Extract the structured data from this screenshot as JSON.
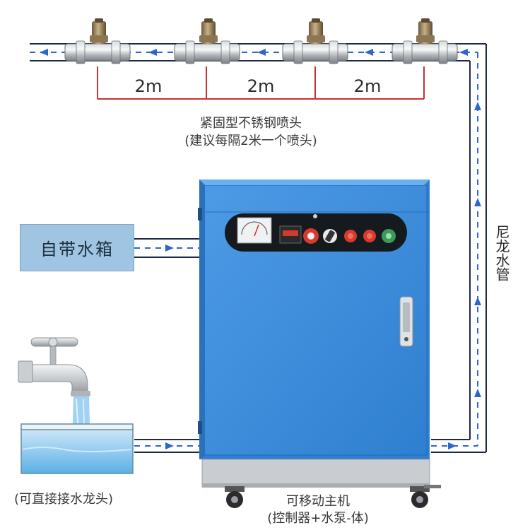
{
  "spacing": {
    "seg1": "2m",
    "seg2": "2m",
    "seg3": "2m"
  },
  "nozzle_caption": {
    "line1": "紧固型不锈钢喷头",
    "line2": "(建议每隔2米一个喷头)"
  },
  "water_tank_label": "自带水箱",
  "nylon_pipe_label": "尼龙水管",
  "faucet_caption": "(可直接接水龙头)",
  "main_unit_caption": {
    "line1": "可移动主机",
    "line2": "(控制器+水泵-体)"
  },
  "colors": {
    "cabinet_blue": "#3f8fdc",
    "pipe_line": "#1d2a44",
    "arrow_blue": "#2d67c9",
    "dimension_red": "#c8322f",
    "tank_fill": "#9fc5e3",
    "water_blue": "#5ab0e6"
  },
  "icons": [
    "nozzle-icon",
    "faucet-icon",
    "gauge-icon",
    "digital-display-icon",
    "knob-icon",
    "indicator-light-icon",
    "caster-wheel-icon",
    "door-handle-icon"
  ]
}
